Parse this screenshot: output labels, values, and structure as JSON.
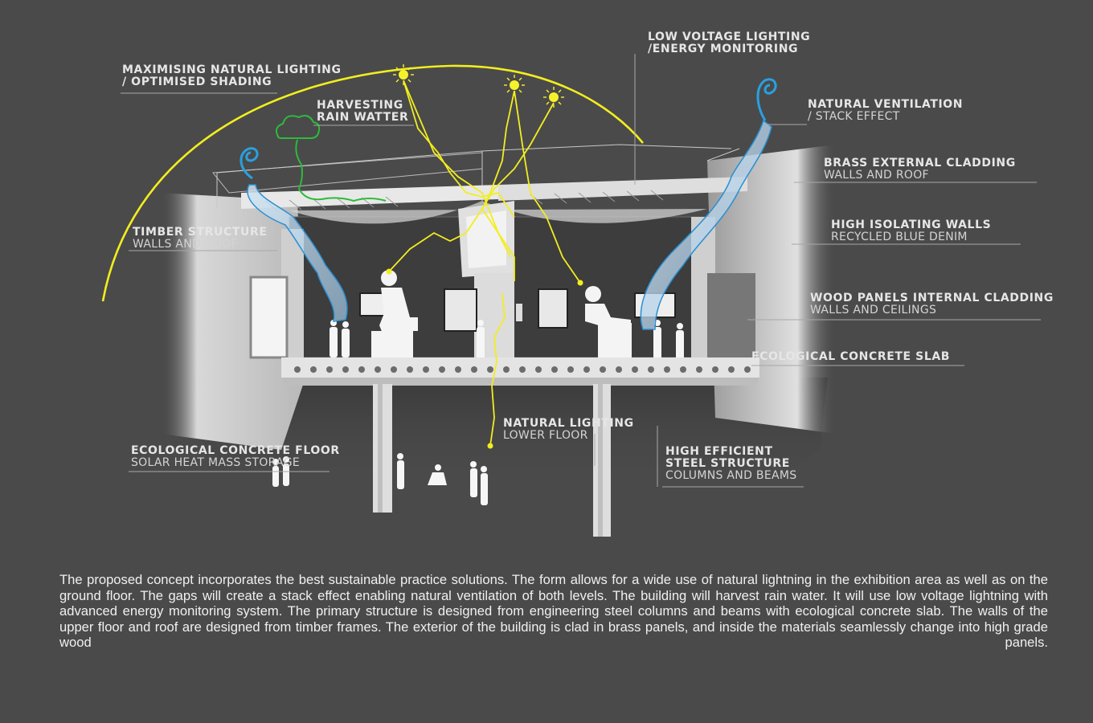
{
  "labels": {
    "lighting": {
      "title_1": "MAXIMISING NATURAL LIGHTING",
      "title_2": "/ OPTIMISED SHADING"
    },
    "rain": {
      "title_1": "HARVESTING",
      "title_2": "RAIN WATTER"
    },
    "low_voltage": {
      "title_1": "LOW VOLTAGE LIGHTING",
      "title_2": "/ENERGY MONITORING"
    },
    "ventilation": {
      "title": "NATURAL VENTILATION",
      "sub": "/ STACK EFFECT"
    },
    "brass": {
      "title": "BRASS EXTERNAL CLADDING",
      "sub": "WALLS AND ROOF"
    },
    "isolating": {
      "title": "HIGH ISOLATING WALLS",
      "sub": "RECYCLED BLUE DENIM"
    },
    "timber": {
      "title": "TIMBER STRUCTURE",
      "sub": "WALLS AND ROOF"
    },
    "wood_panels": {
      "title": "WOOD PANELS INTERNAL CLADDING",
      "sub": "WALLS AND CEILINGS"
    },
    "slab": {
      "title": "ECOLOGICAL CONCRETE SLAB"
    },
    "natural_lower": {
      "title": "NATURAL LIGHTING",
      "sub": "LOWER FLOOR"
    },
    "floor": {
      "title": "ECOLOGICAL CONCRETE FLOOR",
      "sub": "SOLAR HEAT MASS STORAGE"
    },
    "steel": {
      "title_1": "HIGH EFFICIENT",
      "title_2": "STEEL STRUCTURE",
      "sub": "COLUMNS AND BEAMS"
    }
  },
  "description": "The proposed concept incorporates the best sustainable practice solutions. The form allows for a wide use of natural lightning in the exhibition area as well as on the ground floor. The gaps will create a stack effect enabling natural ventilation of both levels. The building will harvest rain water. It will use low voltage lightning with advanced energy monitoring system. The primary structure is designed from engineering steel columns and beams with ecological concrete slab. The walls of the upper floor and roof are designed from timber frames. The exterior of the building is clad in brass panels, and inside the materials seamlessly change into high grade wood panels.",
  "colors": {
    "background": "#4a4a4b",
    "sun_path": "#f2ee1e",
    "rain": "#2dbb3a",
    "airflow": "#2aa0e0",
    "text": "#e6e6e6"
  },
  "icons": [
    "sun-icon",
    "cloud-icon",
    "airflow-swirl-icon"
  ]
}
